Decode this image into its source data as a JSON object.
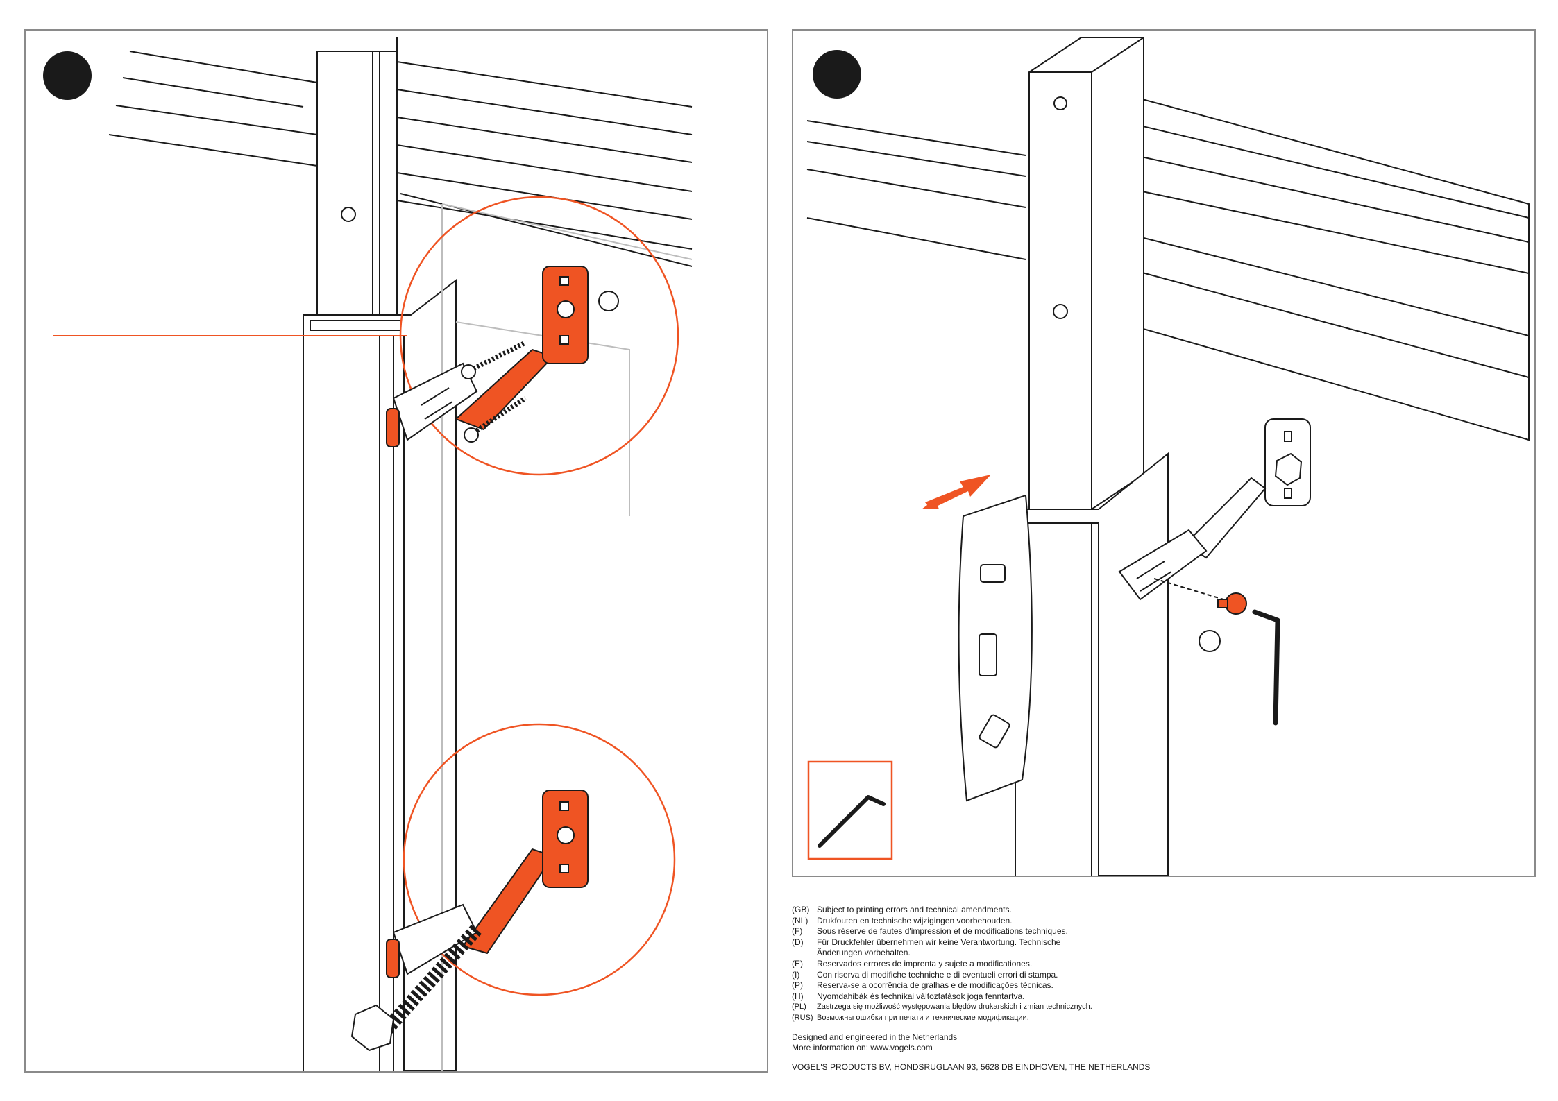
{
  "colors": {
    "accent": "#ef5423",
    "outline": "#1a1a1a",
    "frame": "#8a8a8a"
  },
  "steps": [
    {
      "panel": "left",
      "marker": "step-marker-1",
      "content": [
        "wall-rail",
        "column",
        "bracket-top",
        "bracket-bottom",
        "screws",
        "bolt"
      ]
    },
    {
      "panel": "right",
      "marker": "step-marker-2",
      "content": [
        "column",
        "rail",
        "bracket",
        "spirit-level",
        "adjust-arrow",
        "bolt",
        "hex-key"
      ]
    }
  ],
  "tool_icon": "hex-key-icon",
  "notes": [
    {
      "code": "(GB)",
      "text": "Subject to printing errors and technical amendments."
    },
    {
      "code": "(NL)",
      "text": "Drukfouten en technische wijzigingen voorbehouden."
    },
    {
      "code": "(F)",
      "text": "Sous réserve de fautes d'impression et de modifications techniques."
    },
    {
      "code": "(D)",
      "text": "Für Druckfehler übernehmen wir keine Verantwortung. Technische Änderungen vorbehalten."
    },
    {
      "code": "(E)",
      "text": "Reservados errores de imprenta y sujete a modificationes."
    },
    {
      "code": "(I)",
      "text": "Con riserva di modifiche techniche e di eventueli errori di stampa."
    },
    {
      "code": "(P)",
      "text": "Reserva-se a ocorrência de gralhas e de modificações técnicas."
    },
    {
      "code": "(H)",
      "text": "Nyomdahibák és technikai változtatások joga fenntartva."
    },
    {
      "code": "(PL)",
      "text": "Zastrzega się możliwość występowania błędów drukarskich i zmian technicznych."
    },
    {
      "code": "(RUS)",
      "text": "Возможны ошибки при печати и технические модификации."
    }
  ],
  "footer": {
    "designed": "Designed and engineered in the Netherlands",
    "more_info": "More information on: www.vogels.com",
    "address": "VOGEL'S PRODUCTS BV, HONDSRUGLAAN 93, 5628 DB EINDHOVEN, THE NETHERLANDS"
  }
}
